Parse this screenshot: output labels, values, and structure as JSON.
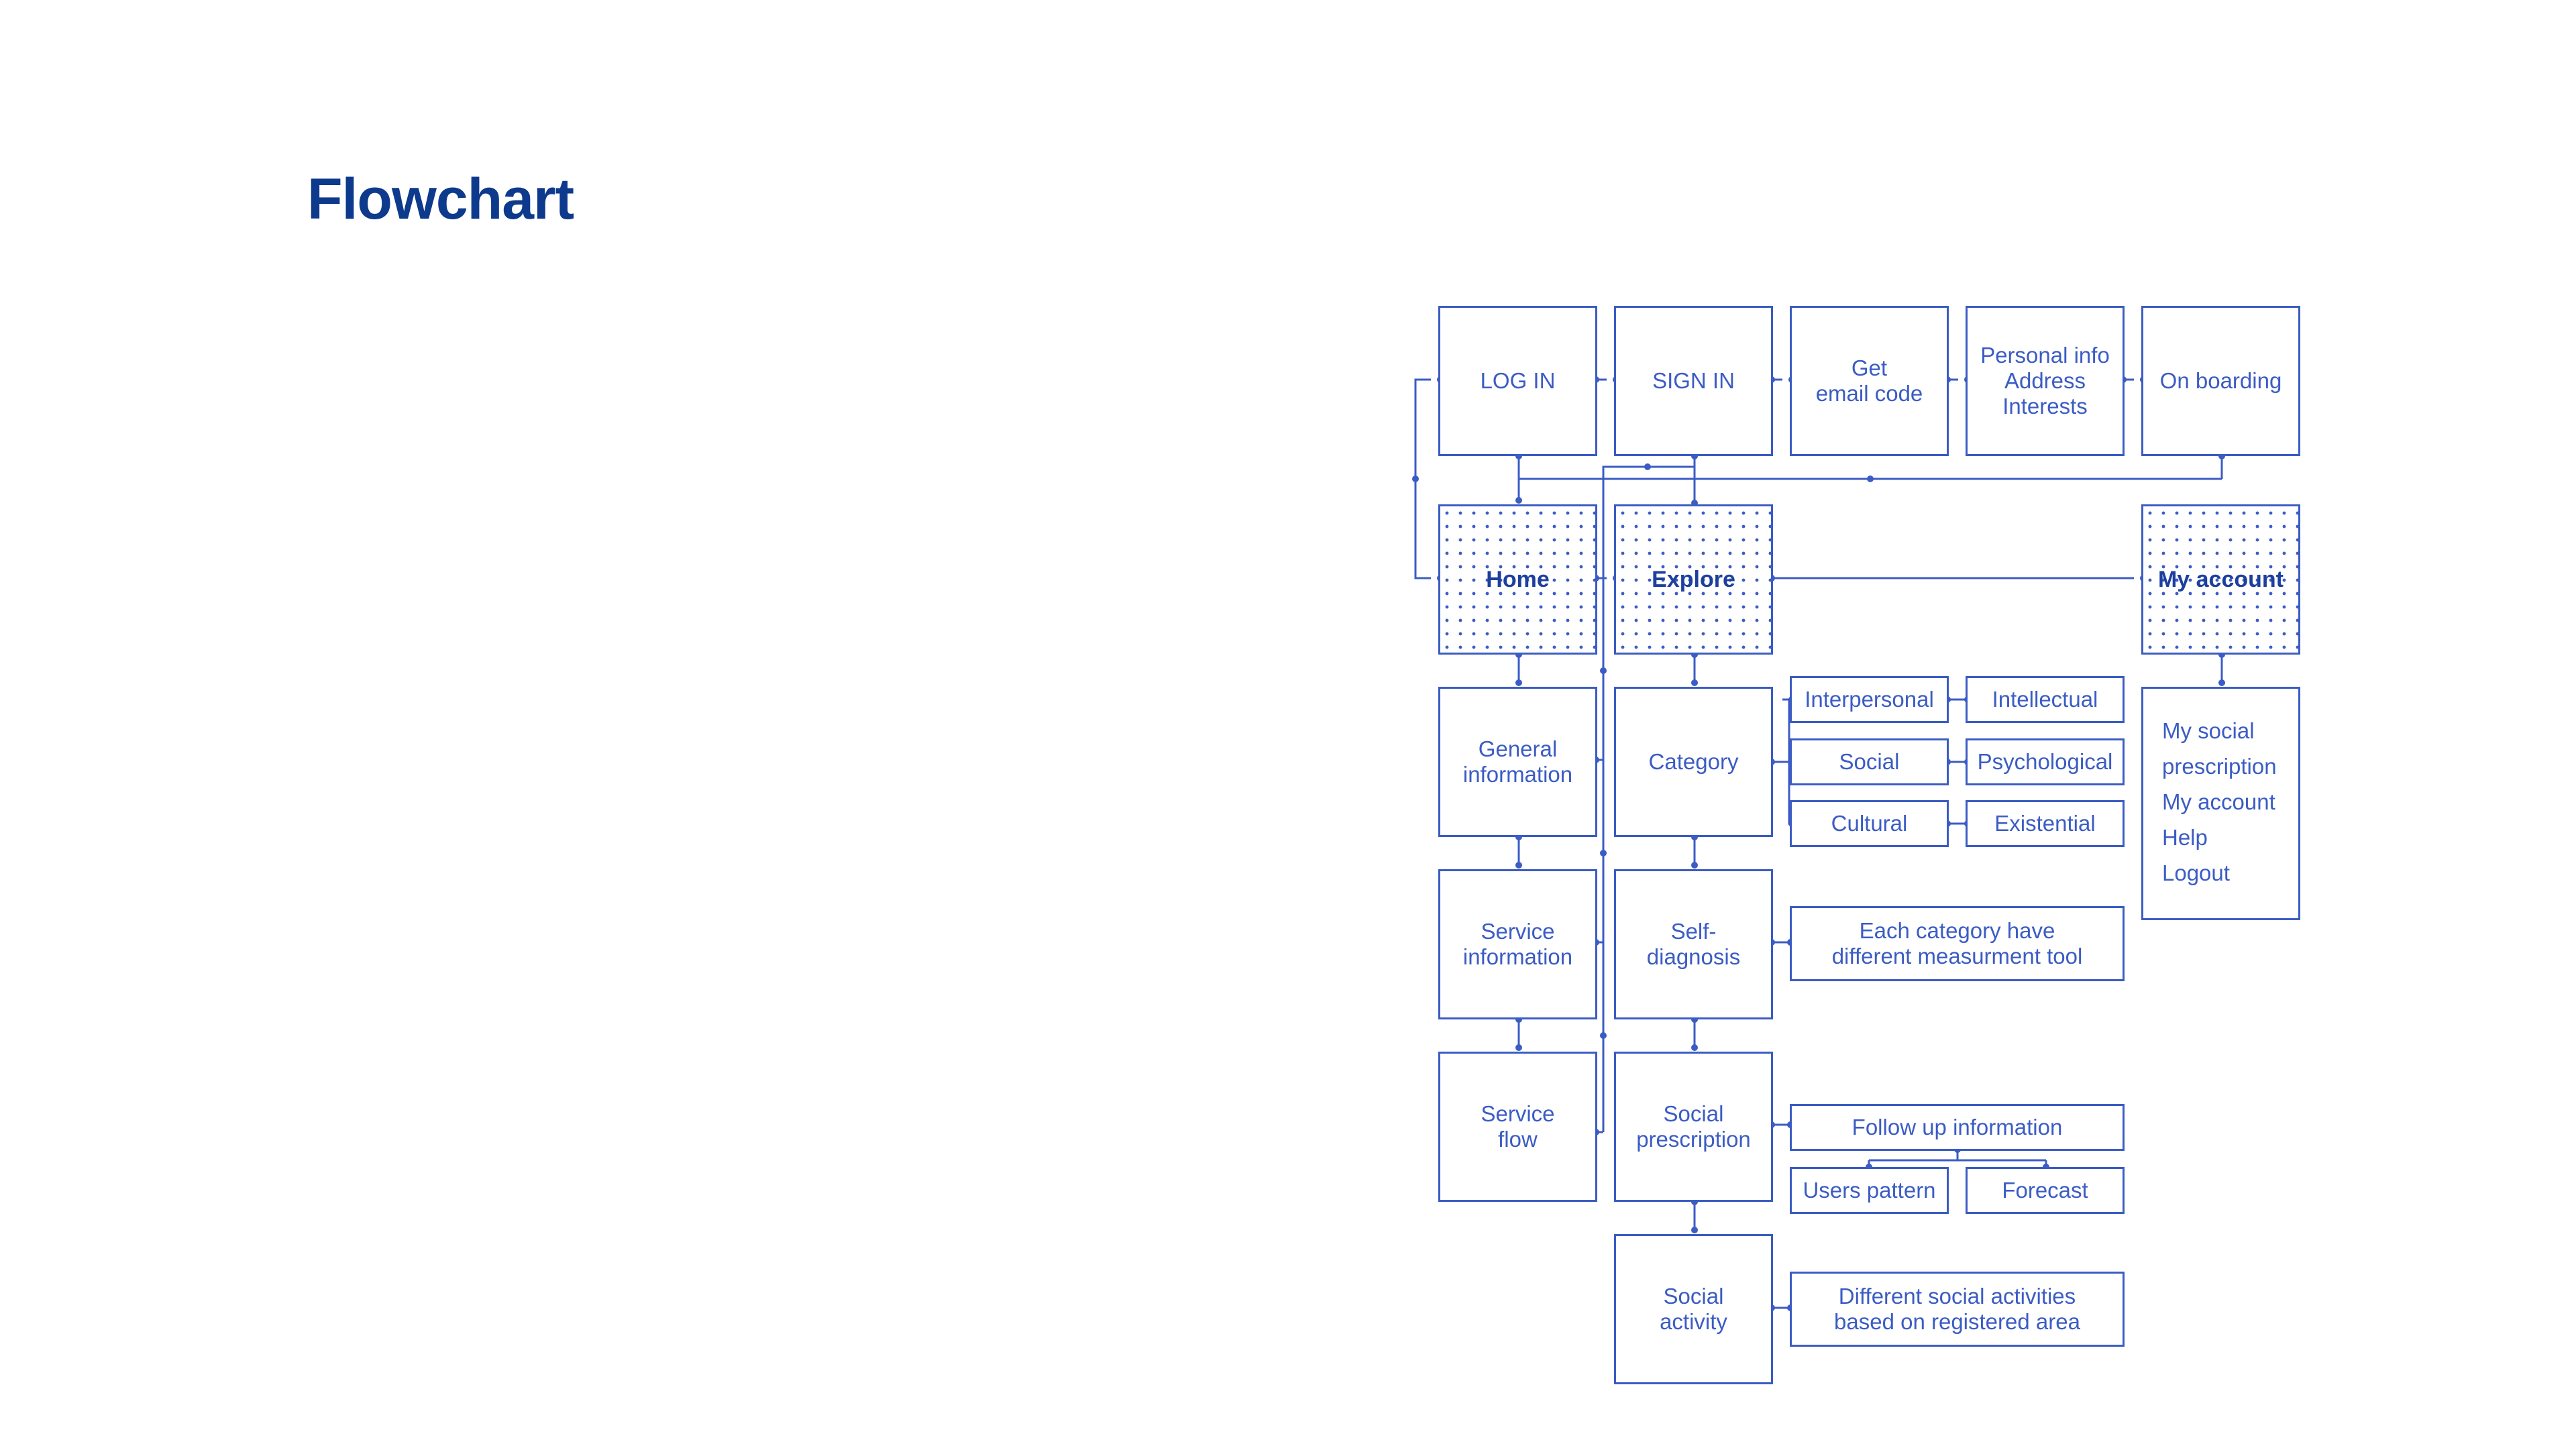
{
  "page": {
    "title": "Flowchart"
  },
  "colors": {
    "title": "#0d3a8c",
    "line": "#3b5cc4"
  },
  "nodes": {
    "login": "LOG IN",
    "signin": "SIGN IN",
    "email_code": "Get\nemail code",
    "personal_info": "Personal info\nAddress\nInterests",
    "onboarding": "On boarding",
    "home": "Home",
    "explore": "Explore",
    "my_account": "My account",
    "general_info": "General\ninformation",
    "service_info": "Service\ninformation",
    "service_flow": "Service\nflow",
    "category": "Category",
    "self_diagnosis": "Self-\ndiagnosis",
    "social_prescription": "Social\nprescription",
    "social_activity": "Social\nactivity",
    "interpersonal": "Interpersonal",
    "intellectual": "Intellectual",
    "social": "Social",
    "psychological": "Psychological",
    "cultural": "Cultural",
    "existential": "Existential",
    "measurement_tool": "Each category have\ndifferent measurment tool",
    "follow_up": "Follow up information",
    "users_pattern": "Users pattern",
    "forecast": "Forecast",
    "activities_area": "Different social activities\nbased on registered area",
    "account_menu": [
      "My social",
      "prescription",
      "My account",
      "Help",
      "Logout"
    ]
  }
}
